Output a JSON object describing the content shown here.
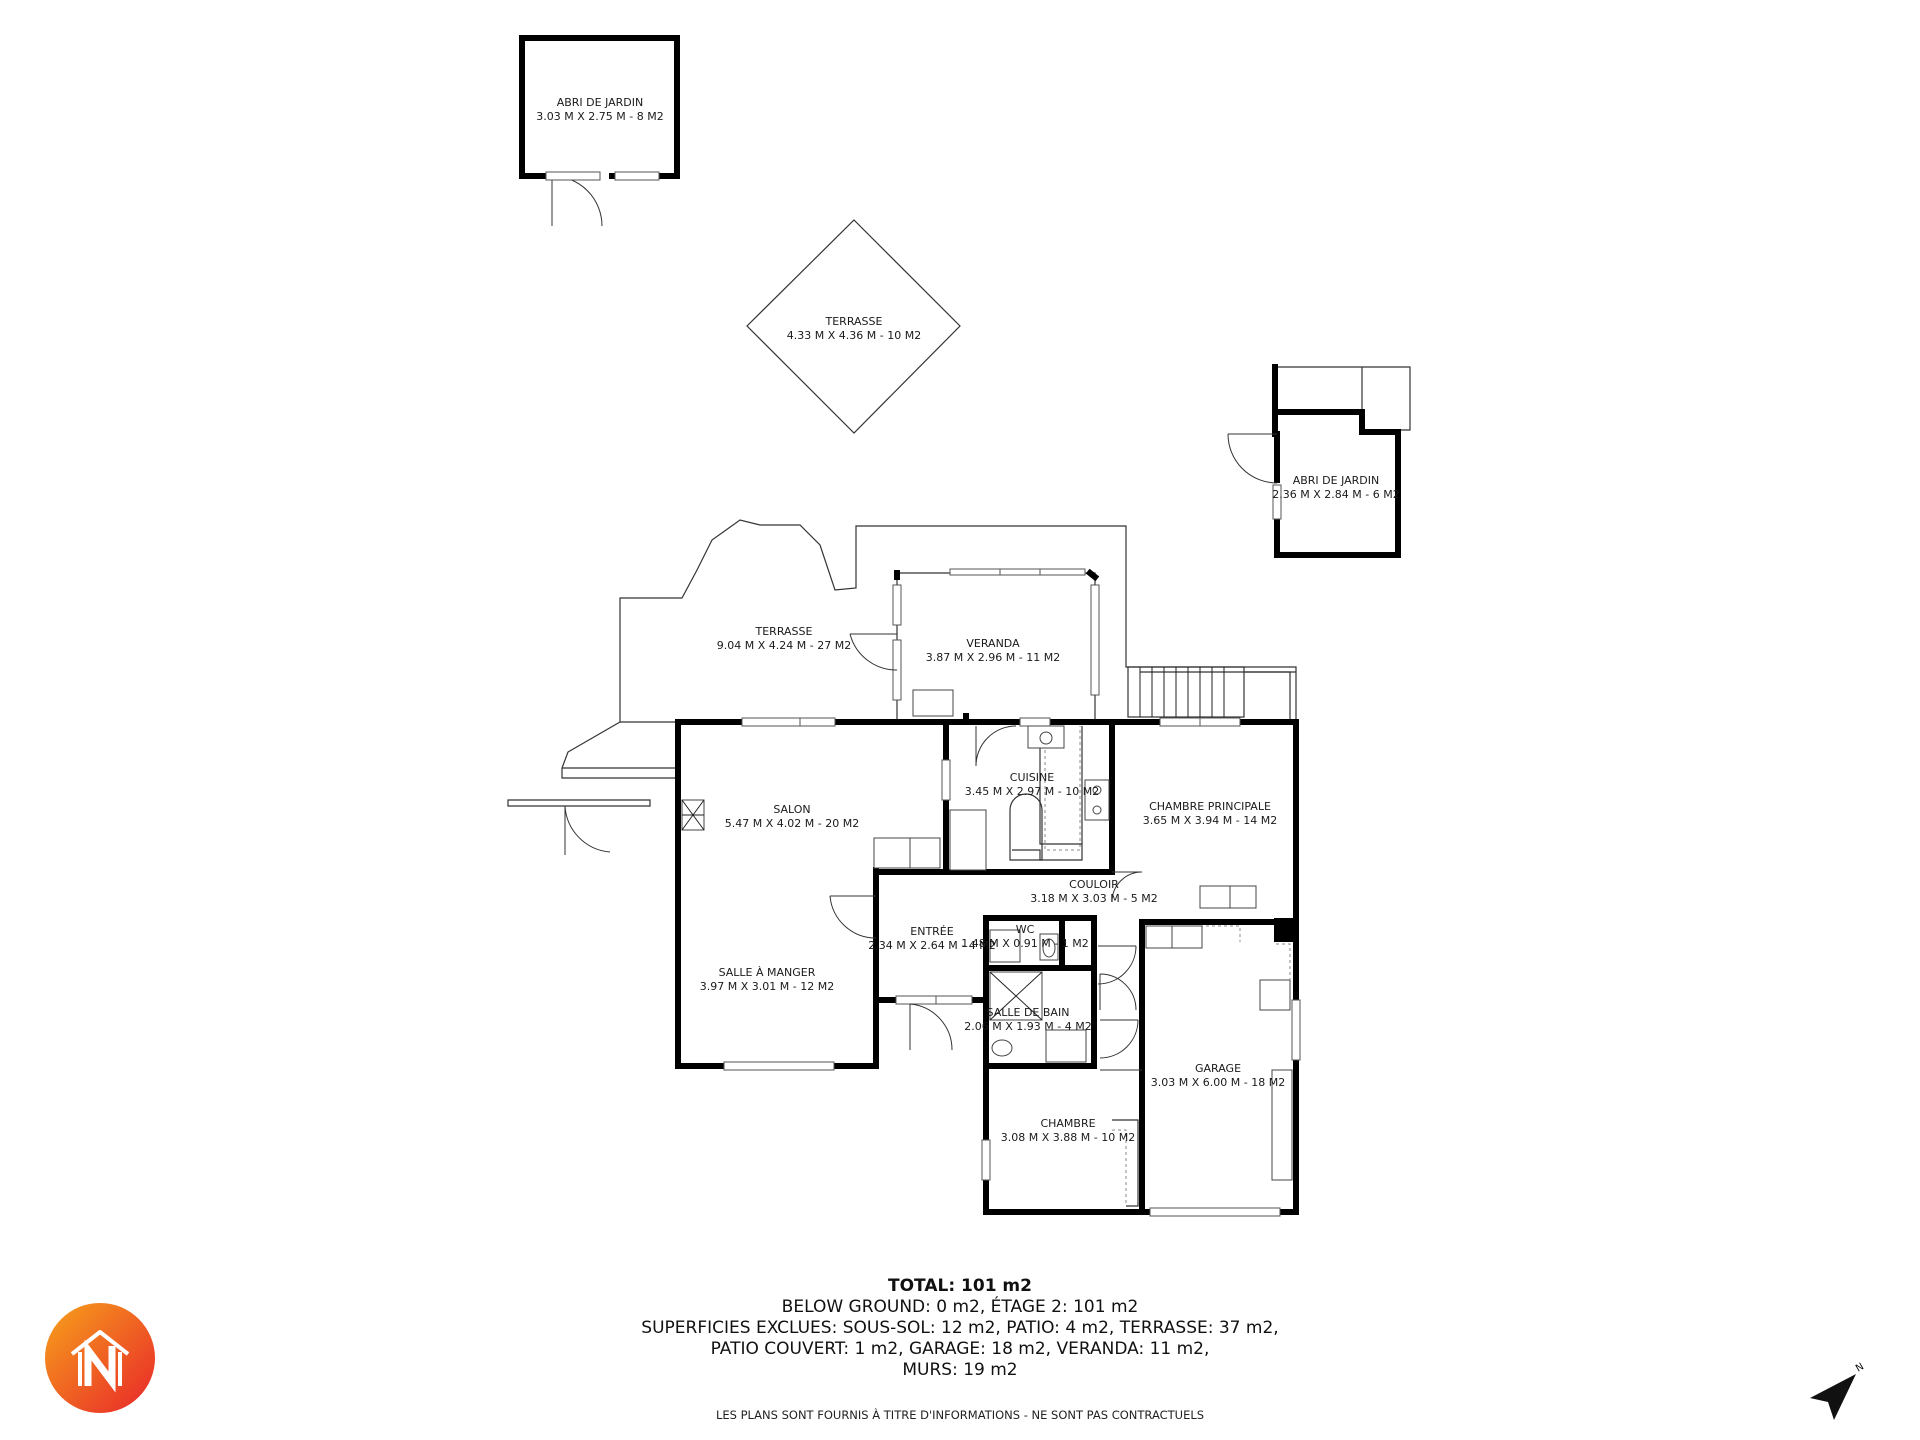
{
  "rooms": [
    {
      "id": "abri1",
      "name": "ABRI DE JARDIN",
      "dims": "3.03 M X 2.75 M - 8 M2"
    },
    {
      "id": "terrasse1",
      "name": "TERRASSE",
      "dims": "4.33 M X 4.36 M - 10 M2"
    },
    {
      "id": "abri2",
      "name": "ABRI DE JARDIN",
      "dims": "2.36 M X 2.84 M - 6 M2"
    },
    {
      "id": "terrasse2",
      "name": "TERRASSE",
      "dims": "9.04 M X 4.24 M - 27 M2"
    },
    {
      "id": "veranda",
      "name": "VERANDA",
      "dims": "3.87 M X 2.96 M - 11 M2"
    },
    {
      "id": "salon",
      "name": "SALON",
      "dims": "5.47 M X 4.02 M - 20 M2"
    },
    {
      "id": "cuisine",
      "name": "CUISINE",
      "dims": "3.45 M X 2.97 M - 10 M2"
    },
    {
      "id": "chambre_principale",
      "name": "CHAMBRE PRINCIPALE",
      "dims": "3.65 M X 3.94 M - 14 M2"
    },
    {
      "id": "couloir",
      "name": "COULOIR",
      "dims": "3.18 M X 3.03 M - 5 M2"
    },
    {
      "id": "entree",
      "name": "ENTRÉE",
      "dims": "2.34 M X 2.64 M - 4 M2"
    },
    {
      "id": "wc",
      "name": "WC",
      "dims": "1.48 M X 0.91 M - 1 M2"
    },
    {
      "id": "salle_a_manger",
      "name": "SALLE À MANGER",
      "dims": "3.97 M X 3.01 M - 12 M2"
    },
    {
      "id": "salle_de_bain",
      "name": "SALLE DE BAIN",
      "dims": "2.06 M X 1.93 M - 4 M2"
    },
    {
      "id": "garage",
      "name": "GARAGE",
      "dims": "3.03 M X 6.00 M - 18 M2"
    },
    {
      "id": "chambre",
      "name": "CHAMBRE",
      "dims": "3.08 M X 3.88 M - 10 M2"
    }
  ],
  "summary": {
    "total": "TOTAL: 101 m2",
    "line1": "BELOW GROUND: 0 m2, ÉTAGE 2: 101 m2",
    "line2": "SUPERFICIES EXCLUES: SOUS-SOL: 12 m2, PATIO: 4 m2, TERRASSE: 37 m2,",
    "line3": "PATIO COUVERT: 1 m2, GARAGE: 18 m2, VERANDA: 11 m2,",
    "line4": "MURS: 19 m2"
  },
  "disclaimer": "LES PLANS SONT FOURNIS À TITRE D'INFORMATIONS - NE SONT PAS CONTRACTUELS",
  "compass_label": "N",
  "colors": {
    "wall": "#000000",
    "logo_gradient_start": "#f7a21b",
    "logo_gradient_end": "#e8252a"
  },
  "icons": {
    "logo": "house-n-logo",
    "compass": "north-arrow-icon"
  }
}
